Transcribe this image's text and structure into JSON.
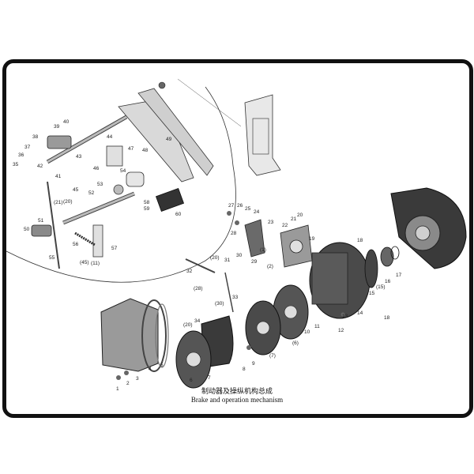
{
  "caption": {
    "chinese": "制动器及操纵机构总成",
    "english": "Brake and operation mechanism"
  },
  "callouts": [
    "1",
    "2",
    "3",
    "4",
    "5",
    "6",
    "7",
    "8",
    "9",
    "10",
    "11",
    "12",
    "13",
    "14",
    "15",
    "16",
    "17",
    "18",
    "19",
    "20",
    "21",
    "22",
    "23",
    "24",
    "25",
    "26",
    "27",
    "28",
    "29",
    "30",
    "31",
    "32",
    "33",
    "34",
    "35",
    "36",
    "37",
    "38",
    "39",
    "40",
    "41",
    "42",
    "43",
    "44",
    "45",
    "46",
    "47",
    "48",
    "49",
    "50",
    "51",
    "52",
    "53",
    "54",
    "55",
    "56",
    "57",
    "58",
    "59",
    "60",
    "(1)",
    "(2)",
    "(6)",
    "(7)",
    "(11)",
    "(15)",
    "(20)",
    "(21)",
    "(28)",
    "(30)",
    "(45)"
  ],
  "colors": {
    "frame": "#111111",
    "part_dark": "#2b2b2b",
    "part_mid": "#7a7a7a",
    "part_light": "#bdbdbd"
  }
}
